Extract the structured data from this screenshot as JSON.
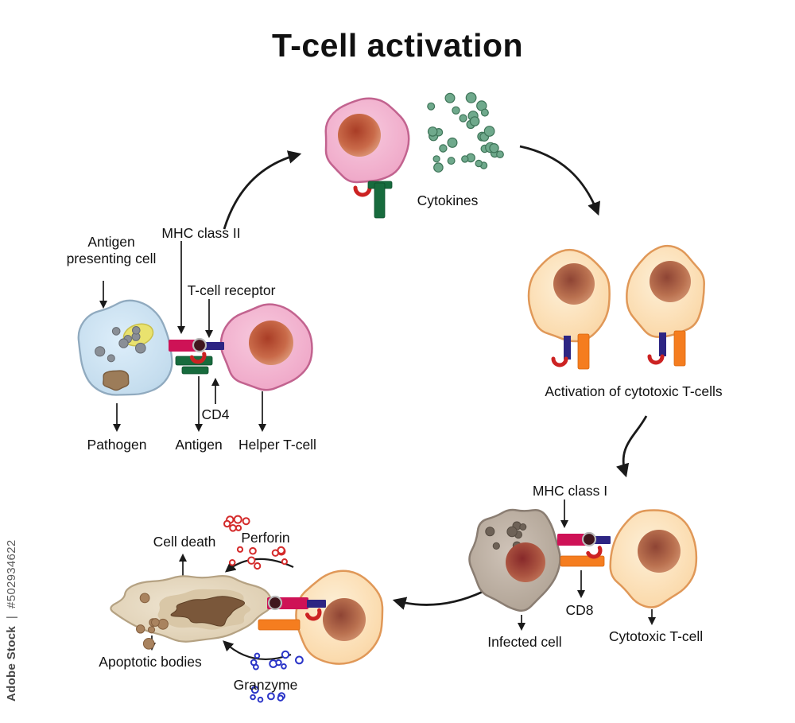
{
  "title": "T-cell activation",
  "watermark": {
    "brand": "Adobe Stock",
    "separator": "|",
    "id": "#502934622"
  },
  "labels": {
    "cytokines": "Cytokines",
    "apc_line1": "Antigen",
    "apc_line2": "presenting cell",
    "mhc_class_ii": "MHC class II",
    "t_cell_receptor": "T-cell receptor",
    "pathogen": "Pathogen",
    "antigen": "Antigen",
    "cd4": "CD4",
    "helper_t_cell": "Helper T-cell",
    "activation_of_cytotoxic_t_cells": "Activation of cytotoxic T-cells",
    "mhc_class_i": "MHC class I",
    "cd8": "CD8",
    "infected_cell": "Infected cell",
    "cytotoxic_t_cell": "Cytotoxic T-cell",
    "cell_death": "Cell death",
    "perforin": "Perforin",
    "apoptotic_bodies": "Apoptotic bodies",
    "granzyme": "Granzyme"
  },
  "colors": {
    "mhc_bar": "#ce1256",
    "tcr_navy": "#2d2583",
    "cd4_green": "#176b3d",
    "cd8_orange": "#f57d1f",
    "receptor_hook_red": "#cc2222",
    "cytokine_green": "#6fa98c",
    "perforin_red": "#d42b2b",
    "granzyme_blue": "#2b35c8",
    "arrow_black": "#1a1a1a",
    "helper_t_cell_pink": "#efa9c8",
    "cytotoxic_t_cell_peach": "#fbd9a6",
    "apc_blue": "#bcd9ec",
    "infected_cell_gray": "#b0a295",
    "apoptotic_cell_tan": "#e3d4b8",
    "pathogen_brown": "#9c7c59",
    "nucleus_red_orange": "#bf5a3c"
  }
}
